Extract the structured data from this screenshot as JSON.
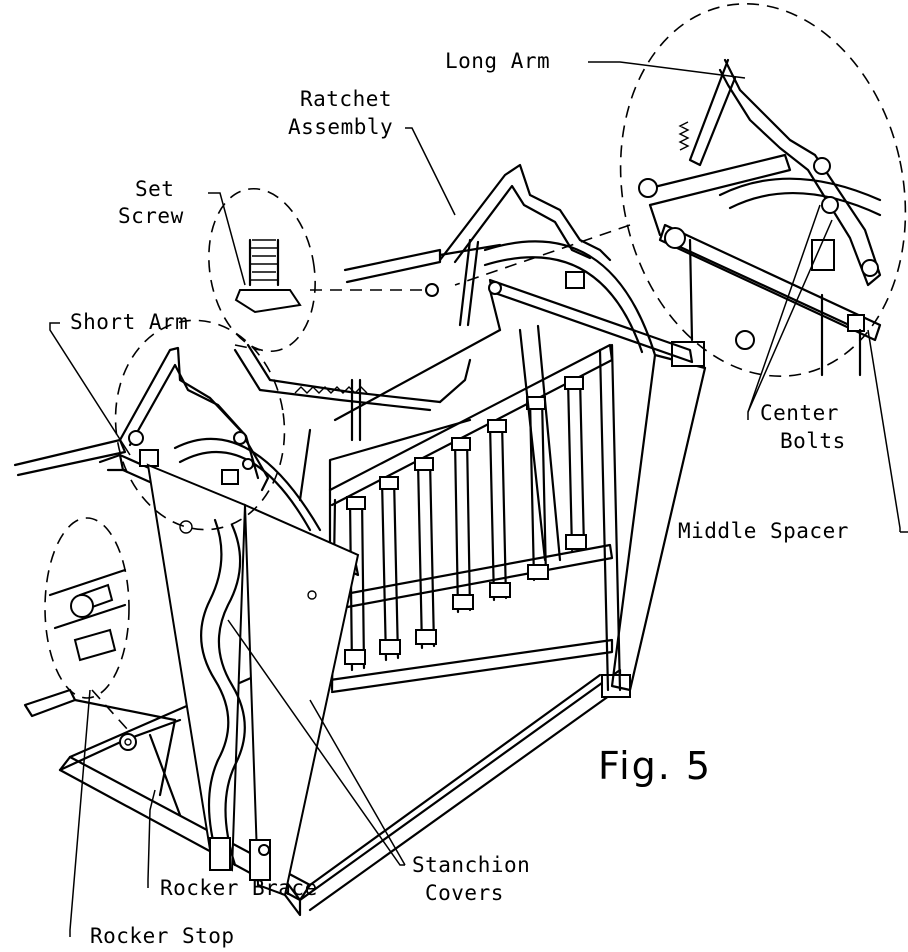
{
  "labels": {
    "long_arm": "Long Arm",
    "ratchet_1": "Ratchet",
    "ratchet_2": "Assembly",
    "set_screw_1": "Set",
    "set_screw_2": "Screw",
    "short_arm": "Short Arm",
    "center_bolts_1": "Center",
    "center_bolts_2": "Bolts",
    "middle_spacer": "Middle Spacer",
    "stanchion_1": "Stanchion",
    "stanchion_2": "Covers",
    "rocker_brace": "Rocker Brace",
    "rocker_stop": "Rocker Stop",
    "figure": "Fig. 5"
  }
}
